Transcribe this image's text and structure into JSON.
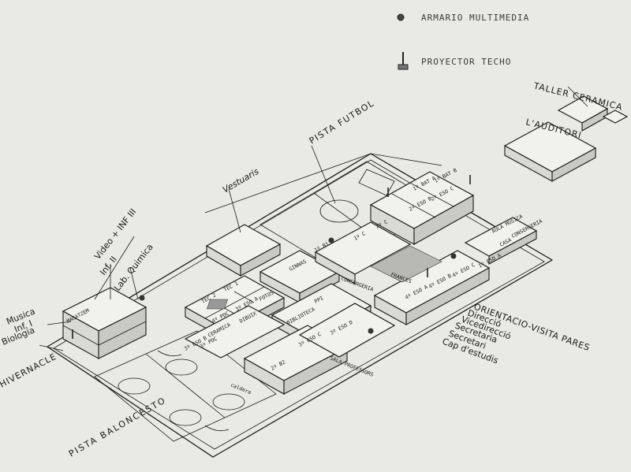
{
  "legend": {
    "multimedia_label": "ARMARIO MULTIMEDIA",
    "projector_label": "PROYECTOR TECHO"
  },
  "external_labels": {
    "pista_futbol": "PISTA FUTBOL",
    "vestuaris": "Vestuaris",
    "video_inf3": "Video + INF III",
    "inf2": "Inf. II",
    "lab_quimica": "Lab. Quimica",
    "musica": "Musica",
    "inf1": "Inf. I",
    "biologia": "Biologia",
    "hivernacle": "HIVERNACLE",
    "pista_baloncesto": "PISTA BALONCESTO",
    "taller_ceramica": "TALLER CERAMICA",
    "auditori": "L'AUDITORI",
    "orientacio": "ORIENTACIO-VISITA PARES",
    "direccio": "Direcció",
    "vicedireccio": "Vicedirecció",
    "secretaria": "Secretaria",
    "secretari": "Secretari",
    "cap_estudis": "Cap d'estudis"
  },
  "rooms": {
    "gimnas": "GINNAS",
    "biblioteca": "BIBLIOTECA",
    "france": "FRANCES",
    "consergeria": "CONSERGERIA",
    "sala_professors": "SALA PROFESSORS",
    "caldera": "caldera",
    "tec2": "TEC 2",
    "tec1": "TEC 1",
    "pdc4": "4º PDC",
    "eso3a": "3º ESO A",
    "ceramica": "CERAMICA",
    "dibuix": "DIBUIX",
    "fotos": "FOTOS",
    "eso3b": "3º ESO B",
    "pdc3": "3º PDC",
    "eso3c": "3º ESO C",
    "eso3d": "3º ESO D",
    "ppi": "PPI",
    "eso2b": "2º B2",
    "eso1b1": "1º B1",
    "eso1c": "1º C",
    "eso2c": "2º C",
    "bat1a": "1º BAT A",
    "bat1b": "1º BAT B",
    "eso2b_up": "2º ESO B",
    "eso2c_up": "2º ESO C",
    "eso4a": "4º ESO A",
    "eso4b": "4º ESO B",
    "eso4c": "4º ESO C",
    "eso_a": "1º ESO A",
    "casa": "CASA",
    "conserg": "CONSERGERIA",
    "aula_music": "AULA MUSICA",
    "magatzem": "MAGATZEM"
  }
}
